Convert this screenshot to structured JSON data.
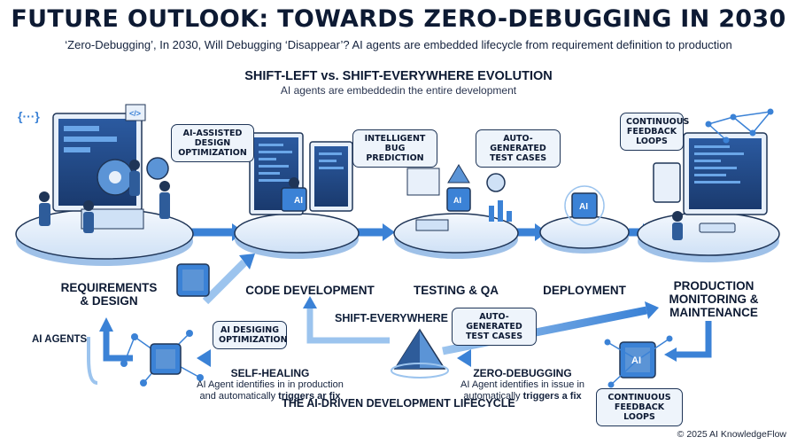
{
  "title": "FUTURE OUTLOOK: TOWARDS ZERO-DEBUGGING IN 2030",
  "subtitle": "‘Zero-Debugging’, In 2030, Will Debugging ‘Disappear’? AI agents are embedded lifecycle from requirement definition to production",
  "section_title": "SHIFT-LEFT vs. SHIFT-EVERYWHERE EVOLUTION",
  "section_subtitle": "AI agents are embeddedin the entire development",
  "stages": [
    {
      "label_line1": "REQUIREMENTS",
      "label_line2": "& DESIGN"
    },
    {
      "label_line1": "CODE DEVELOPMENT",
      "label_line2": ""
    },
    {
      "label_line1": "TESTING & QA",
      "label_line2": ""
    },
    {
      "label_line1": "DEPLOYMENT",
      "label_line2": ""
    },
    {
      "label_line1": "PRODUCTION",
      "label_line2": "MONITORING &",
      "label_line3": "MAINTENANCE"
    }
  ],
  "callouts": {
    "design_opt": {
      "l1": "AI-ASSISTED",
      "l2": "DESIGN",
      "l3": "OPTIMIZATION"
    },
    "bug_pred": {
      "l1": "INTELLIGENT",
      "l2": "BUG PREDICTION"
    },
    "auto_tests_top": {
      "l1": "AUTO-GENERATED",
      "l2": "TEST CASES"
    },
    "feedback_top": {
      "l1": "CONTINUOUS",
      "l2": "FEEDBACK",
      "l3": "LOOPS"
    },
    "design_opt_low": {
      "l1": "AI DESIGING",
      "l2": "OPTIMIZATION"
    },
    "auto_tests_low": {
      "l1": "AUTO-GENERATED",
      "l2": "TEST CASES"
    },
    "feedback_low": {
      "l1": "CONTINUOUS",
      "l2": "FEEDBACK LOOPS"
    }
  },
  "ai_chip_label": "AI",
  "ai_agents_label": "AI AGENTS",
  "shift_everywhere": "SHIFT-EVERYWHERE",
  "self_healing": {
    "title": "SELF-HEALING",
    "l1": "AI Agent identifies in in production",
    "l2_pre": "and automatically ",
    "l2_bold": "triggers ar fix"
  },
  "zero_debugging": {
    "title": "ZERO-DEBUGGING",
    "l1": "AI Agent identifies in issue in",
    "l2_pre": "automatically ",
    "l2_bold": "triggers a fix"
  },
  "footer_title": "THE AI-DRIVEN DEVELOPMENT LIFECYCLE",
  "copyright": "© 2025 AI KnowledgeFlow",
  "colors": {
    "navy": "#0d1a33",
    "blue": "#3b82d6",
    "light_blue": "#cfe1f6",
    "panel": "#e8f0fa"
  }
}
